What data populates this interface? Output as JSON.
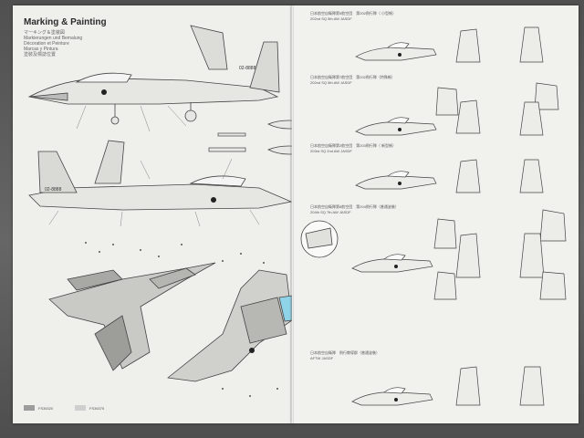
{
  "left_page": {
    "title": "Marking & Painting",
    "subtitle_lines": [
      "マーキング＆塗装図",
      "Markierungen und Bemalung",
      "Décoration et Peinture",
      "Marcas y Pintura",
      "塗裝及標誌位置"
    ],
    "legend": [
      {
        "code": "FS36320",
        "color": "#9c9c9c"
      },
      {
        "code": "FS36375",
        "color": "#cfcfcf"
      }
    ]
  },
  "right_page": {
    "sections": [
      {
        "caption_ja": "日本航空自衛隊第5航空団　第202飛行隊（ 小型帳）",
        "caption_en": "202nd SQ 5th AW JASDF"
      },
      {
        "caption_ja": "日本航空自衛隊第7航空団　第202飛行隊（特殊帳）",
        "caption_en": "202nd SQ 5th AW JASDF"
      },
      {
        "caption_ja": "日本航空自衛隊第2航空団　第203飛行隊（ 新型帳）",
        "caption_en": "203rd SQ 2nd AW JASDF"
      },
      {
        "caption_ja": "日本航空自衛隊第8航空団　第204飛行隊（普通塗裝）",
        "caption_en": "204th SQ 7th AW JASDF"
      },
      {
        "caption_ja": "日本航空自衛隊　飛行教導群（普通塗裝）",
        "caption_en": "AFTW JASDF"
      }
    ]
  },
  "colors": {
    "paper": "#efefec",
    "ink": "#3a3a3a",
    "camo_dark": "#9a9a9a",
    "camo_light": "#d0d0d0",
    "accent_blue": "#8fd3e8"
  }
}
